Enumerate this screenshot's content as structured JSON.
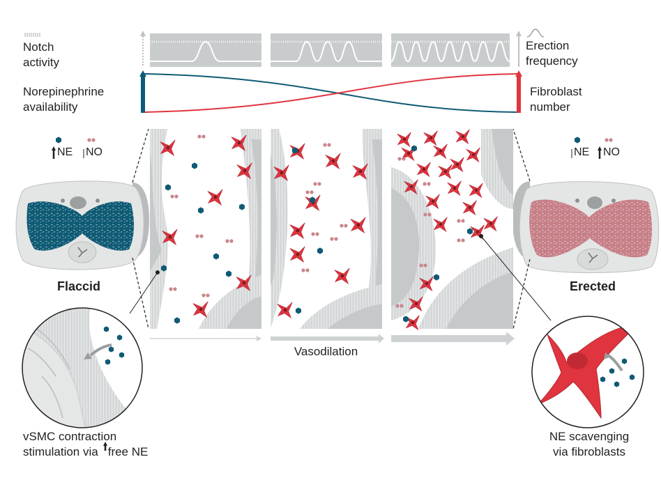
{
  "labels": {
    "notch_activity": [
      "Notch",
      "activity"
    ],
    "ne_availability": [
      "Norepinephrine",
      "availability"
    ],
    "erection_frequency": [
      "Erection",
      "frequency"
    ],
    "fibroblast_number": [
      "Fibroblast",
      "number"
    ],
    "flaccid": "Flaccid",
    "erected": "Erected",
    "vasodilation": "Vasodilation",
    "vsmc_caption": [
      "vSMC contraction",
      "stimulation via",
      "free NE"
    ],
    "ne_scavenging": [
      "NE scavenging",
      "via fibroblasts"
    ]
  },
  "legend_left": {
    "ne": "NE",
    "no": "NO"
  },
  "legend_right": {
    "ne": "NE",
    "no": "NO"
  },
  "colors": {
    "teal": "#0f5a74",
    "red": "#e0343f",
    "pink": "#c9868d",
    "gray_band": "#c8cccd",
    "light_gray": "#dcdfe0",
    "tissue_gray": "#d2d5d6"
  }
}
